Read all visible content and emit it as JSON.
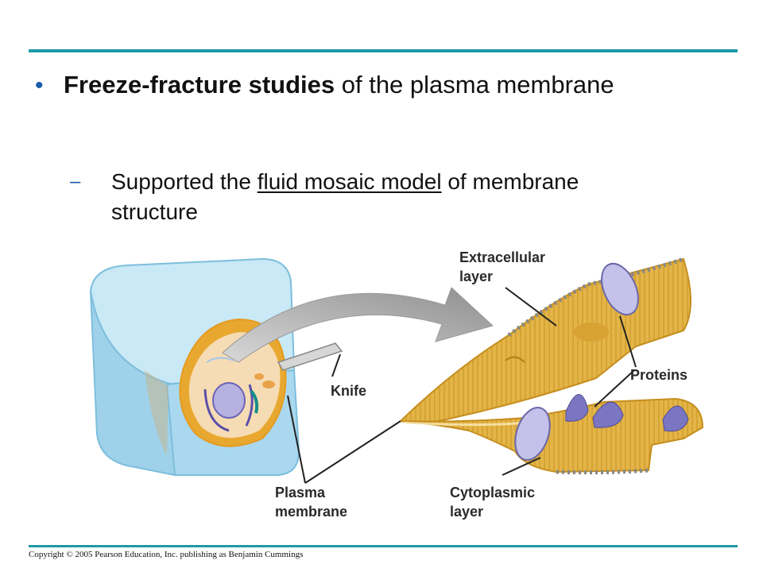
{
  "slide": {
    "bullet": {
      "bold": "Freeze-fracture studies",
      "rest": " of the plasma membrane"
    },
    "sub_bullet": {
      "lead": "Supported the ",
      "underlined": "fluid mosaic model",
      "rest": " of membrane structure"
    },
    "dash": "–",
    "dot": "•"
  },
  "figure": {
    "labels": {
      "extracellular_line1": "Extracellular",
      "extracellular_line2": "layer",
      "proteins": "Proteins",
      "knife": "Knife",
      "plasma_line1": "Plasma",
      "plasma_line2": "membrane",
      "cytoplasmic_line1": "Cytoplasmic",
      "cytoplasmic_line2": "layer"
    }
  },
  "footer": {
    "copyright": "Copyright © 2005 Pearson Education, Inc. publishing as Benjamin Cummings"
  },
  "colors": {
    "rule": "#1f9aa5",
    "bullet": "#1a5ea8",
    "ice": "#a9d8ef",
    "membrane": "#e8b84a",
    "protein": "#9a98d0"
  }
}
